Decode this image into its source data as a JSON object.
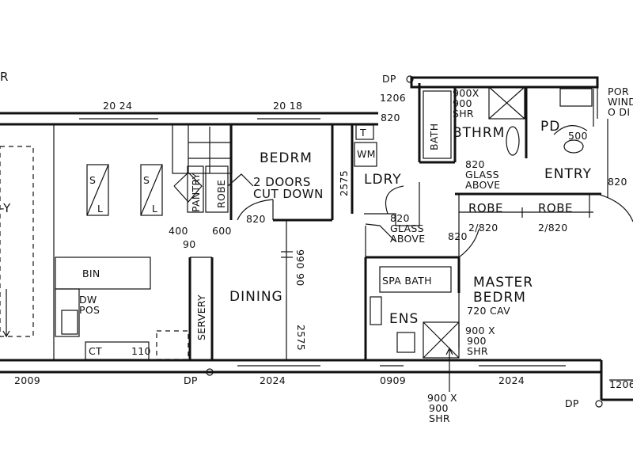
{
  "plan": {
    "rooms": {
      "bedrm": "BEDRM",
      "ldry": "LDRY",
      "bthrm": "BTHRM",
      "entry": "ENTRY",
      "dining": "DINING",
      "servery": "SERVERY",
      "ens": "ENS",
      "master_line1": "MASTER",
      "master_line2": "BEDRM",
      "pantry": "PANTRY",
      "robe_small": "ROBE",
      "robe_a": "ROBE",
      "robe_b": "ROBE",
      "bath": "BATH",
      "spa_bath": "SPA BATH",
      "pd": "PD",
      "cut_edge": "R",
      "porch_line1": "POR",
      "porch_line2": "WIND",
      "porch_line3": "O DI",
      "family_fragment": "-Y"
    },
    "fixtures": {
      "sink1_a": "S",
      "sink1_b": "L",
      "sink2_a": "S",
      "sink2_b": "L",
      "bin": "BIN",
      "dw": "DW",
      "pos": "POS",
      "ct": "CT",
      "cab": "110",
      "wm": "WM",
      "t": "T"
    },
    "notes": {
      "two_doors_1": "2 DOORS",
      "two_doors_2": "CUT DOWN",
      "glass_above_1a": "820",
      "glass_above_1b": "GLASS",
      "glass_above_1c": "ABOVE",
      "glass_above_2a": "820",
      "glass_above_2b": "GLASS",
      "glass_above_2c": "ABOVE",
      "shr_top_1": "900X",
      "shr_top_2": "900",
      "shr_top_3": "SHR",
      "shr_ens_1": "900 X",
      "shr_ens_2": "900",
      "shr_ens_3": "SHR",
      "shr_bot_1": "900 X",
      "shr_bot_2": "900",
      "shr_bot_3": "SHR",
      "cav": "720 CAV",
      "dp_top": "DP",
      "dp_bottom": "DP",
      "dp_right": "DP"
    },
    "dimensions": {
      "d2024_top": "20 24",
      "d2018_top": "20 18",
      "d1206_top": "1206",
      "d820_a": "820",
      "d500": "500",
      "d820_b": "820",
      "d2575_a": "2575",
      "d820_c": "820",
      "d400": "400",
      "d600": "600",
      "d90_a": "90",
      "d990": "990",
      "d90_b": "90",
      "d2575_b": "2575",
      "d820_d": "820",
      "robe_820_a": "2/820",
      "robe_820_b": "2/820",
      "d2009": "2009",
      "d2024_b1": "2024",
      "d0909": "0909",
      "d2024_b2": "2024",
      "d1206_bot": "1206"
    }
  }
}
